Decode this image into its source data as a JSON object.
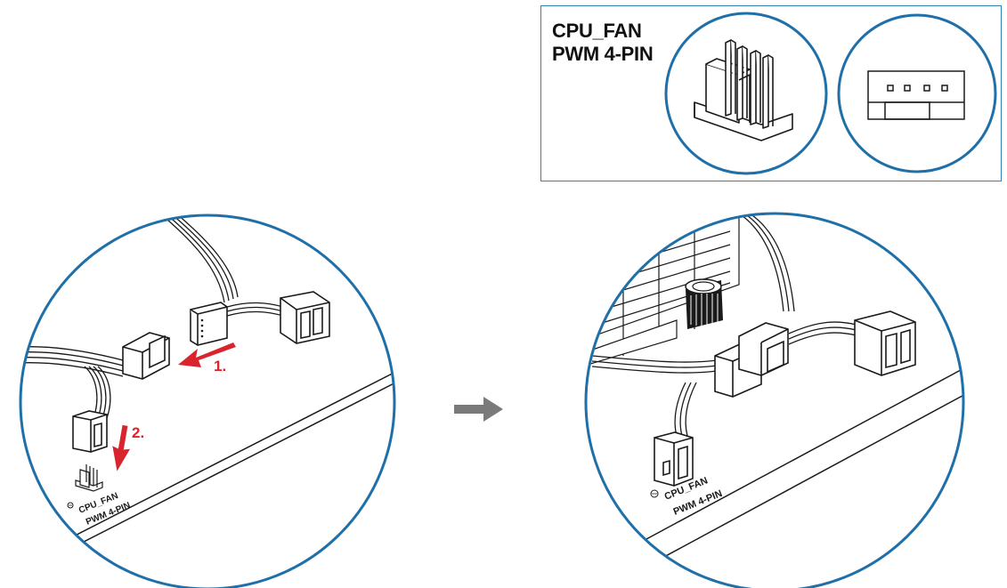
{
  "legend": {
    "header_label": "CPU_FAN",
    "header_type": "PWM 4-PIN"
  },
  "step1": {
    "step1_label": "1.",
    "step2_label": "2.",
    "board_label_1": "CPU_FAN",
    "board_label_2": "PWM 4-PIN"
  },
  "step2": {
    "board_label_1": "CPU_FAN",
    "board_label_2": "PWM 4-PIN"
  },
  "colors": {
    "circle_outline": "#1f6fa8",
    "arrow_red": "#d9232d",
    "arrow_gray": "#7a7a7a",
    "line": "#1a1a1a"
  }
}
